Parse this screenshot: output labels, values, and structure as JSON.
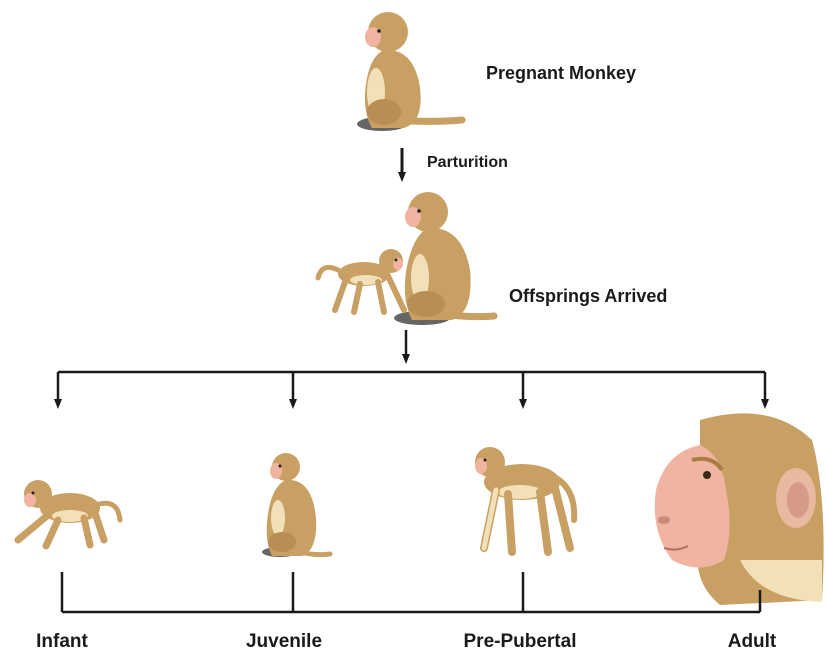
{
  "nodes": {
    "pregnant": "Pregnant Monkey",
    "parturition": "Parturition",
    "offsprings": "Offsprings Arrived"
  },
  "stages": {
    "infant": "Infant",
    "juvenile": "Juvenile",
    "prepubertal": "Pre-Pubertal",
    "adult": "Adult"
  },
  "colors": {
    "fur": "#c9a063",
    "fur_dark": "#a77d45",
    "fur_light": "#f1e0b8",
    "skin": "#f0b4a0",
    "rock": "#666666",
    "line": "#1a1a1a"
  },
  "icons": [
    "monkey-sitting-icon",
    "monkey-walking-icon",
    "monkey-head-icon",
    "arrow-down-icon"
  ]
}
